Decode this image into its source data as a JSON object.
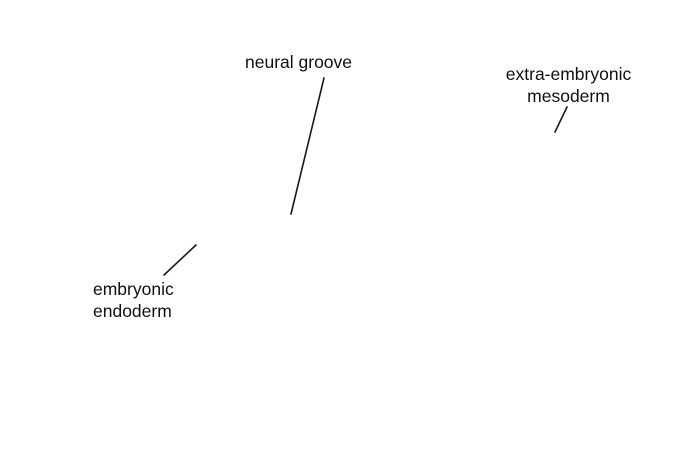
{
  "labels": {
    "neural_groove": "neural groove",
    "extra_embryonic_mesoderm": {
      "line1": "extra-embryonic",
      "line2": "mesoderm"
    },
    "embryonic_endoderm": {
      "line1": "embryonic",
      "line2": "endoderm"
    }
  },
  "colors": {
    "background": "#ffffff",
    "text": "#111111",
    "leader_line": "#1a1a1a"
  }
}
